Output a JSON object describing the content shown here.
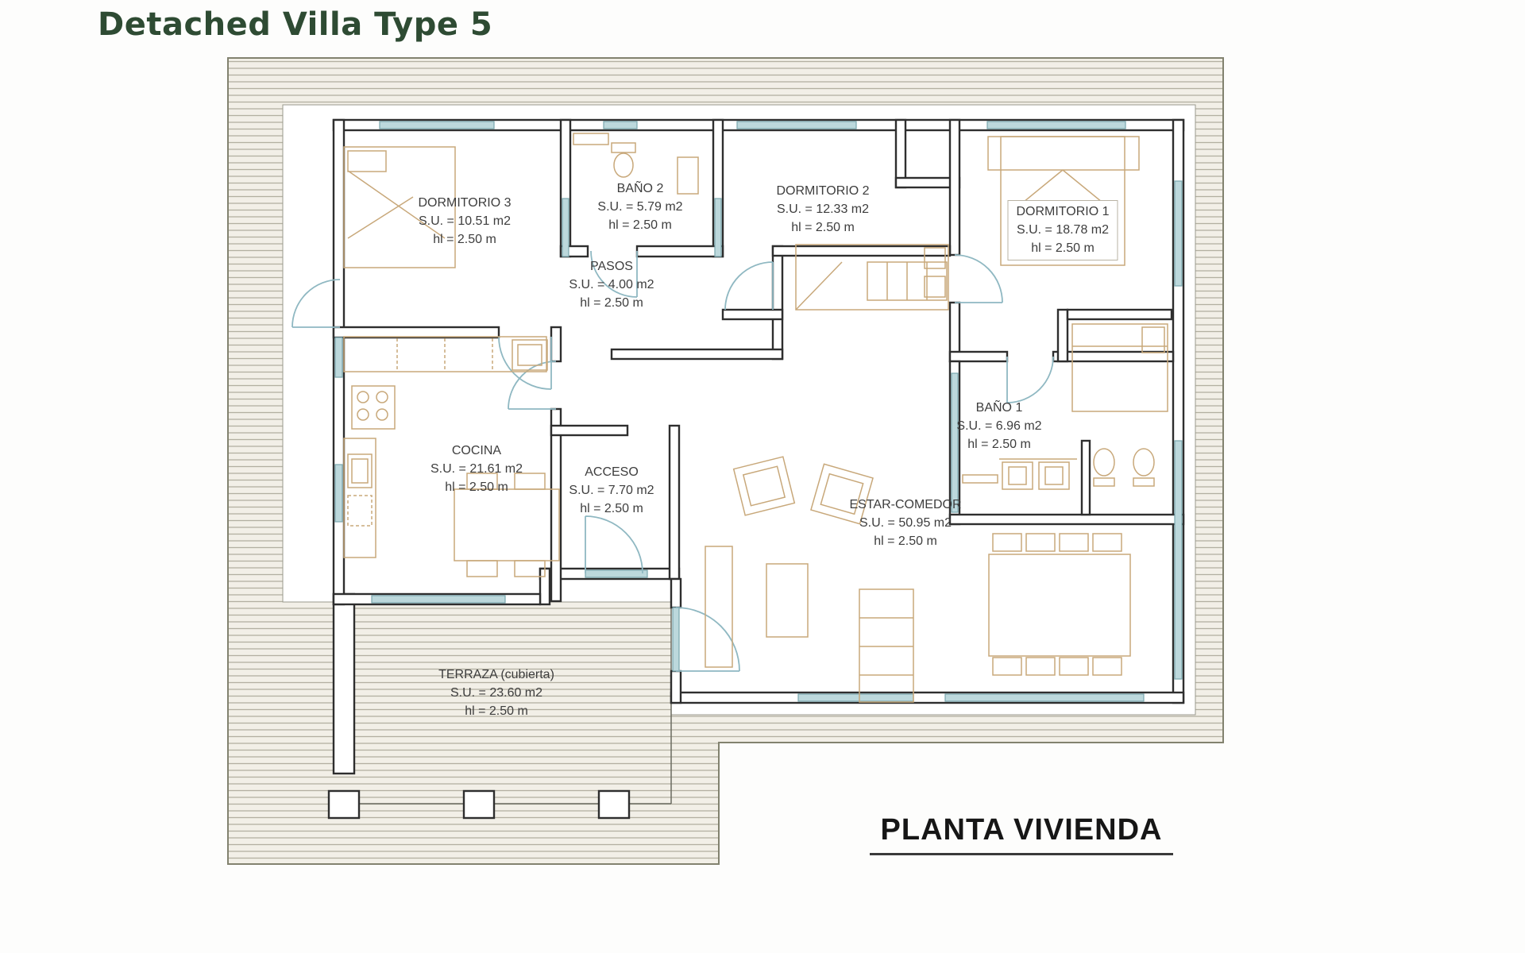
{
  "page": {
    "title": "Detached Villa Type 5",
    "plan_caption": "PLANTA VIVIENDA"
  },
  "rooms": [
    {
      "id": "dormitorio-3",
      "name": "DORMITORIO 3",
      "area": "S.U. = 10.51 m2",
      "ceiling": "hl = 2.50 m"
    },
    {
      "id": "bano-2",
      "name": "BAÑO 2",
      "area": "S.U. = 5.79 m2",
      "ceiling": "hl = 2.50 m"
    },
    {
      "id": "dormitorio-2",
      "name": "DORMITORIO 2",
      "area": "S.U. = 12.33 m2",
      "ceiling": "hl = 2.50 m"
    },
    {
      "id": "dormitorio-1",
      "name": "DORMITORIO 1",
      "area": "S.U. = 18.78 m2",
      "ceiling": "hl = 2.50 m"
    },
    {
      "id": "pasos",
      "name": "PASOS",
      "area": "S.U. = 4.00 m2",
      "ceiling": "hl = 2.50 m"
    },
    {
      "id": "cocina",
      "name": "COCINA",
      "area": "S.U. = 21.61 m2",
      "ceiling": "hl = 2.50 m"
    },
    {
      "id": "acceso",
      "name": "ACCESO",
      "area": "S.U. = 7.70 m2",
      "ceiling": "hl = 2.50 m"
    },
    {
      "id": "bano-1",
      "name": "BAÑO 1",
      "area": "S.U. = 6.96 m2",
      "ceiling": "hl = 2.50 m"
    },
    {
      "id": "estar-comedor",
      "name": "ESTAR-COMEDOR",
      "area": "S.U. = 50.95 m2",
      "ceiling": "hl = 2.50 m"
    },
    {
      "id": "terraza",
      "name": "TERRAZA (cubierta)",
      "area": "S.U. = 23.60 m2",
      "ceiling": "hl = 2.50 m"
    }
  ],
  "colors": {
    "title_green": "#2e4b33",
    "wall_dark": "#2e2e2e",
    "window_blue": "#bcd8dc",
    "door_arc": "#8fb8c2",
    "furniture_tan": "#c8a87a",
    "hatch_line": "#b3afa1",
    "hatch_background": "#f2efe7"
  }
}
